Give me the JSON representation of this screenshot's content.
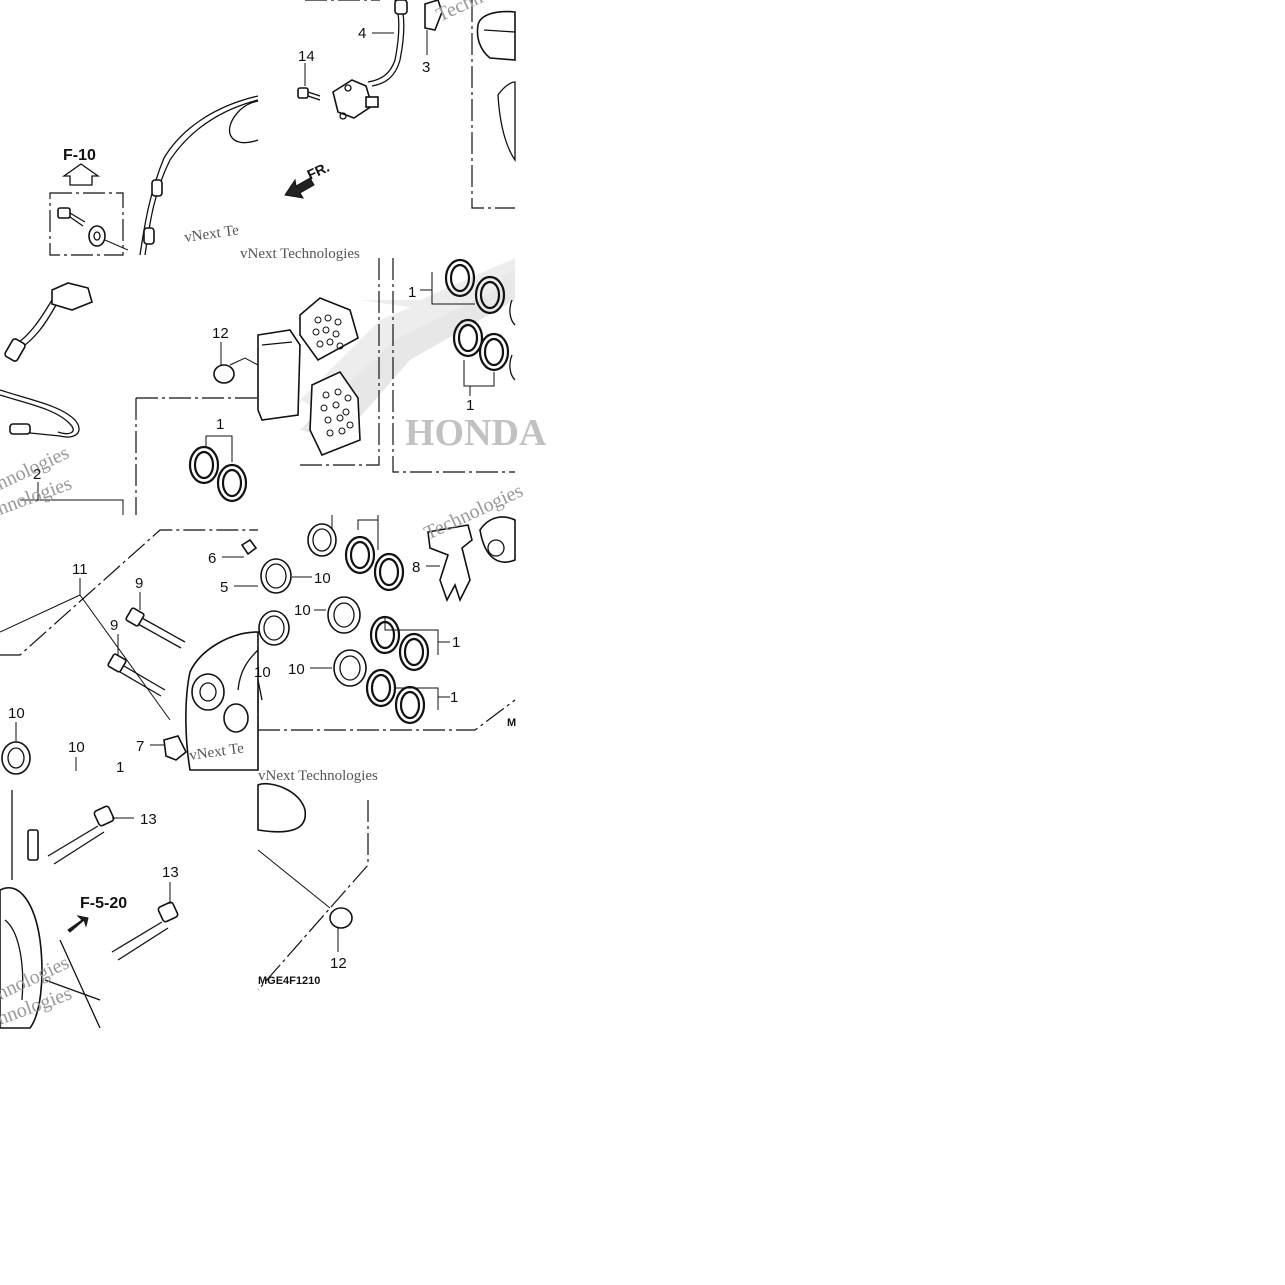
{
  "callouts": {
    "c1a": "1",
    "c1b": "1",
    "c1c": "1",
    "c1d": "1",
    "c1e": "1",
    "c1f": "1",
    "c2": "2",
    "c3": "3",
    "c4": "4",
    "c5": "5",
    "c6": "6",
    "c7": "7",
    "c8": "8",
    "c9a": "9",
    "c9b": "9",
    "c10a": "10",
    "c10b": "10",
    "c10c": "10",
    "c10d": "10",
    "c10e": "10",
    "c10f": "10",
    "c11": "11",
    "c12a": "12",
    "c12b": "12",
    "c13a": "13",
    "c13b": "13",
    "c14": "14"
  },
  "references": {
    "f10": "F-10",
    "f520": "F-5-20",
    "front_marker": "FR."
  },
  "drawing_code": "MGE4F1210",
  "drawing_code_partial": "M",
  "watermarks": {
    "wm1": "vNext Te",
    "wm2": "vNext Technologies",
    "wm3": "Technologies",
    "wm4": "vNext Te",
    "wm5": "hnologies",
    "wm6": "hnologies",
    "wm7": "Techn",
    "wm8": "HONDA"
  },
  "colors": {
    "line": "#111111",
    "background": "#ffffff",
    "watermark": "#999999"
  }
}
